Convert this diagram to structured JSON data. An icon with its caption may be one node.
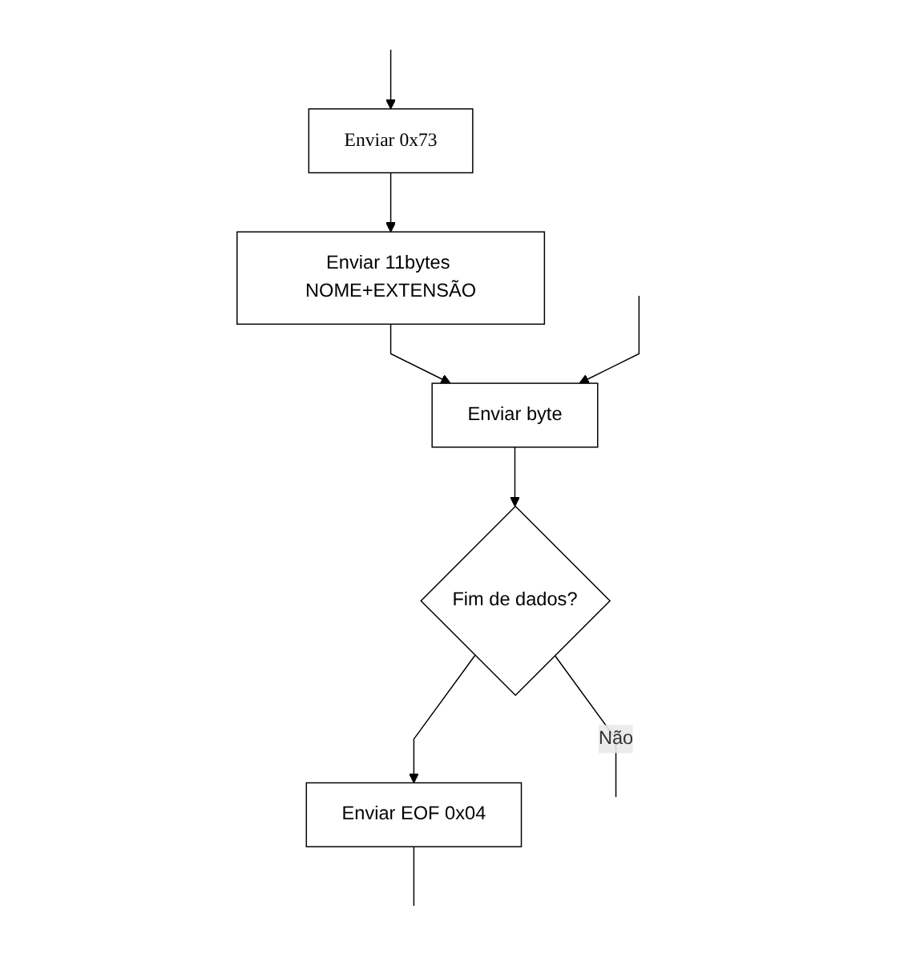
{
  "diagram": {
    "nodes": [
      {
        "text": [
          "Enviar 0x73"
        ]
      },
      {
        "text": [
          "Enviar 11bytes NOME+EXTENSÃO"
        ]
      },
      {
        "text": [
          "Enviar byte"
        ]
      },
      {
        "text": [
          "Fim de dados?"
        ]
      },
      {
        "text": [
          "Enviar EOF 0x04"
        ]
      }
    ],
    "edges": [
      {
        "from": null,
        "to": 0,
        "arrow": "to"
      },
      {
        "from": 0,
        "to": 1,
        "arrow": "to"
      },
      {
        "from": 1,
        "to": 2,
        "arrow": "to"
      },
      {
        "from": 2,
        "to": 3,
        "arrow": "to"
      },
      {
        "from": 3,
        "to": 4,
        "arrow": "to"
      },
      {
        "from": 3,
        "to": null,
        "arrow": "none",
        "label": "Não"
      },
      {
        "from": null,
        "to": 2,
        "arrow": "to"
      },
      {
        "from": 4,
        "to": null,
        "arrow": "none"
      }
    ]
  }
}
